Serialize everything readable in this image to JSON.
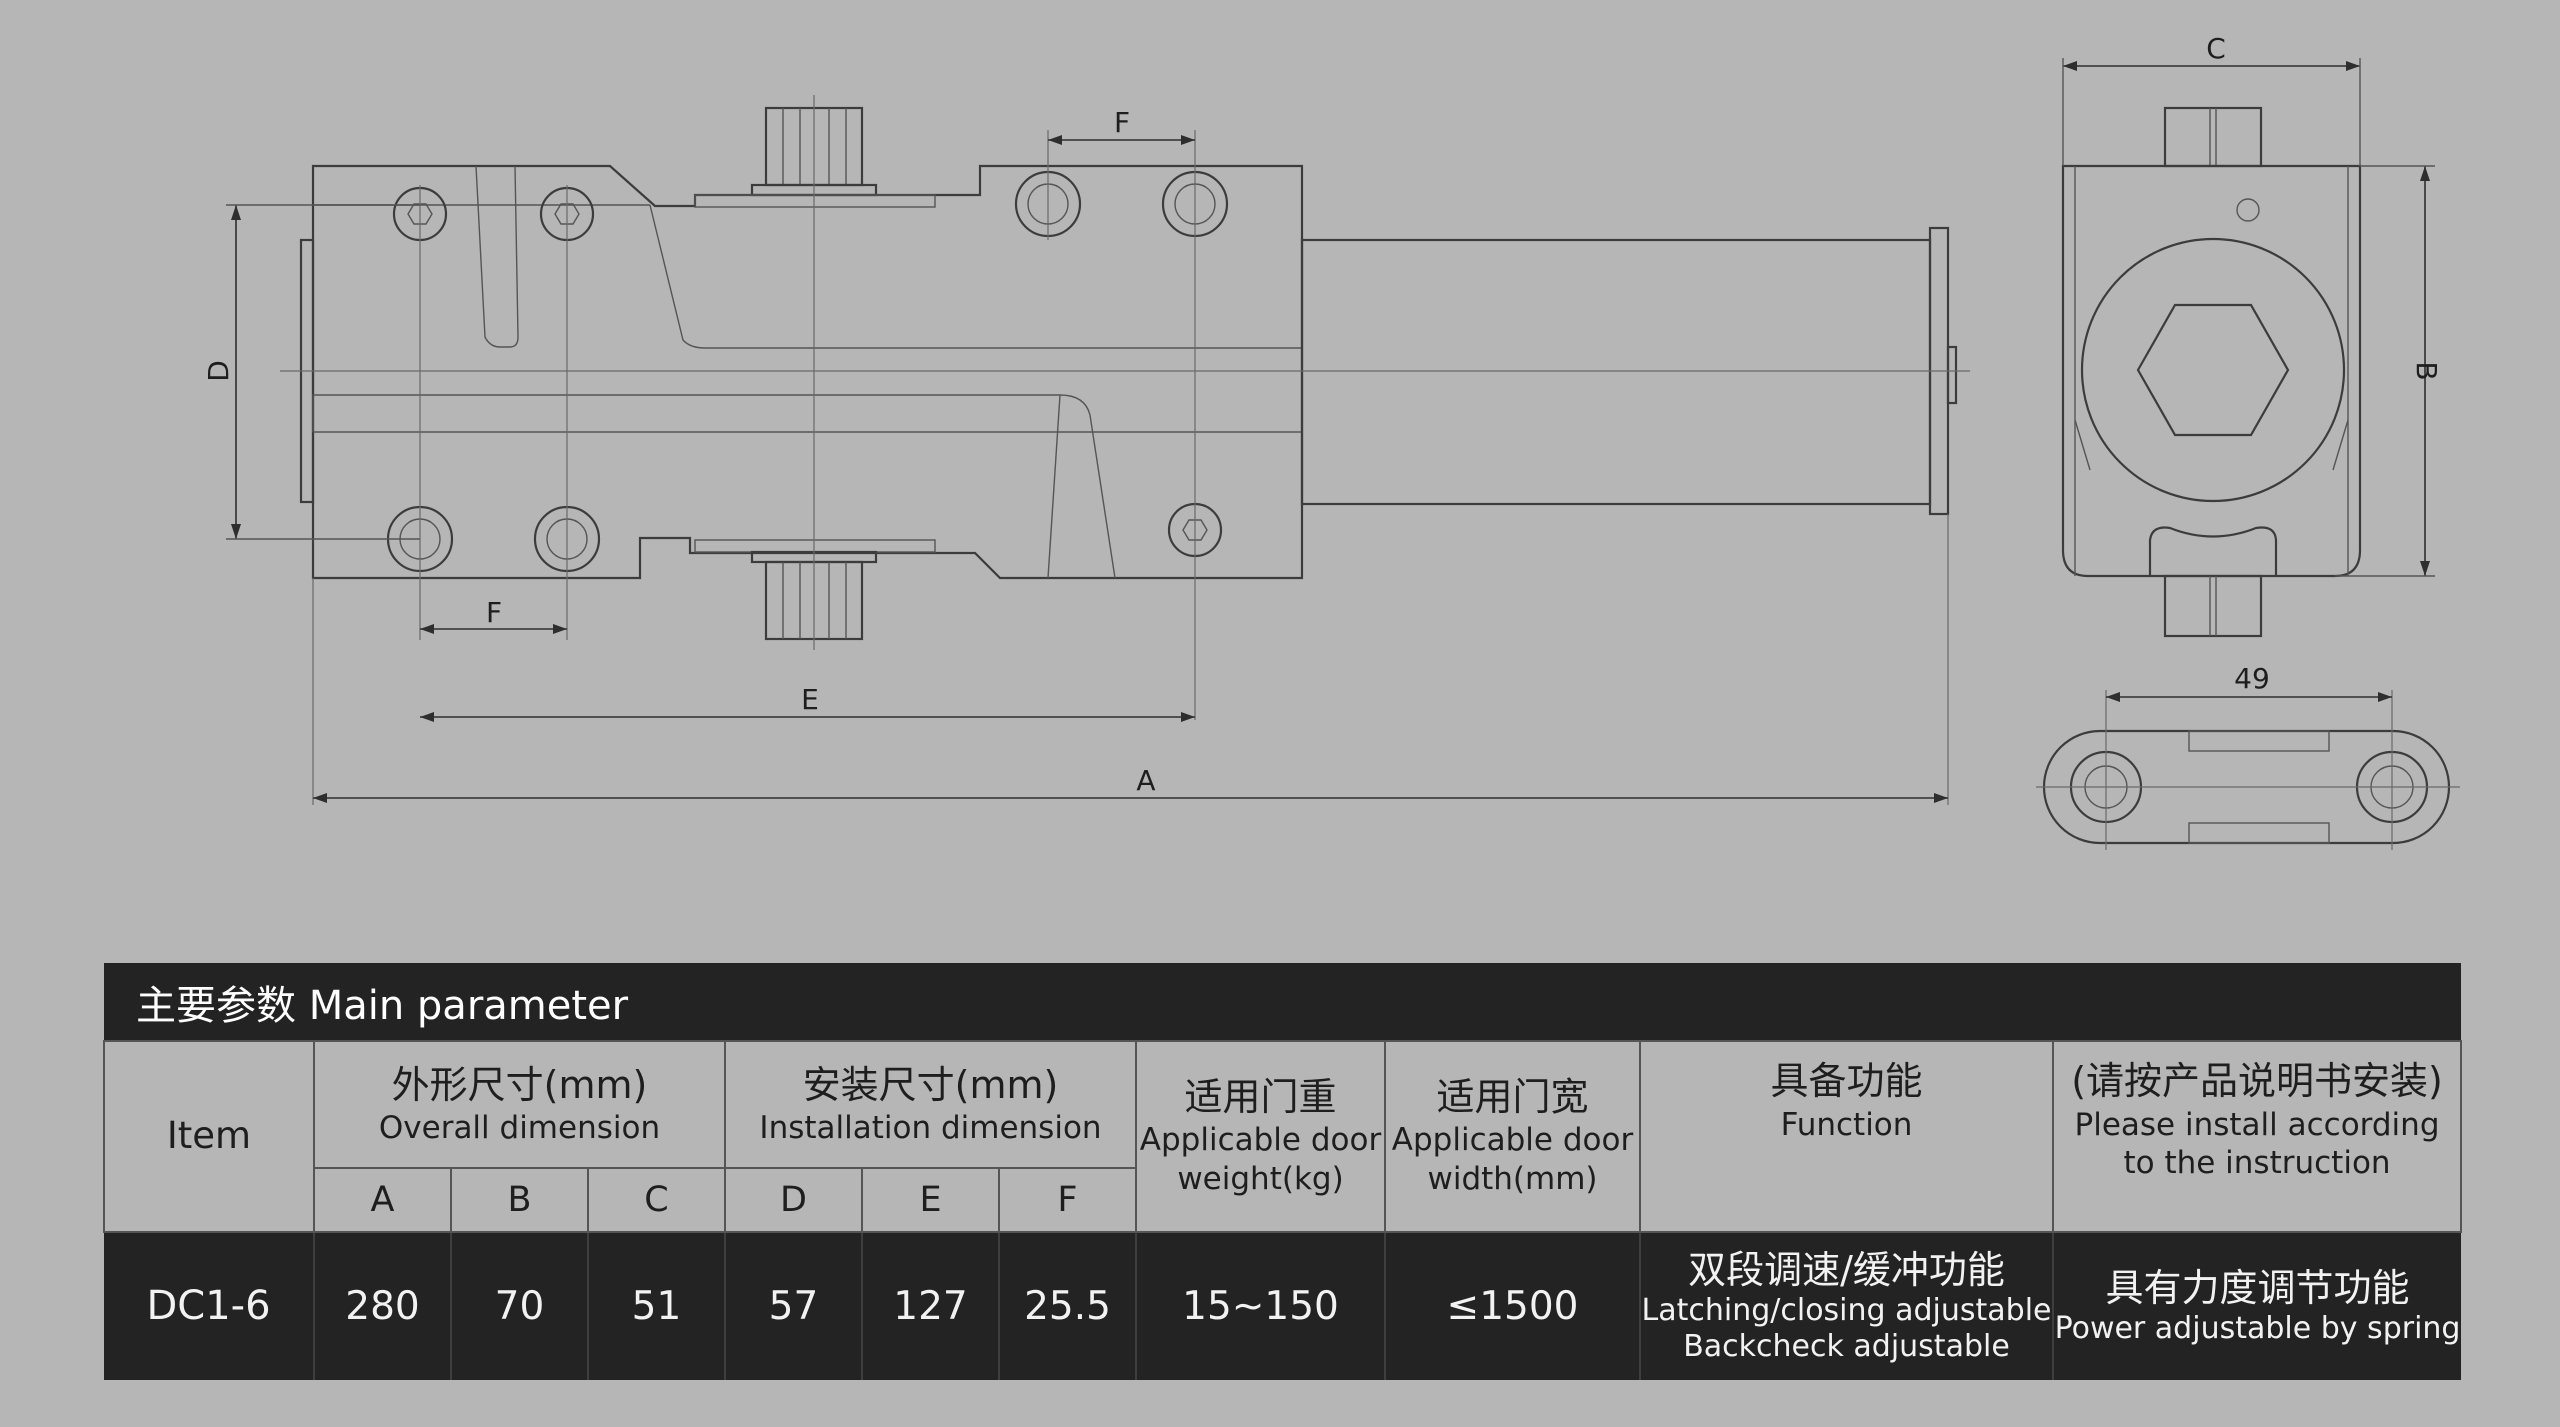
{
  "drawing": {
    "labels": {
      "A": "A",
      "B": "B",
      "C": "C",
      "D": "D",
      "E": "E",
      "F": "F",
      "w49": "49"
    }
  },
  "table": {
    "title": "主要参数 Main parameter",
    "item_label": "Item",
    "groups": [
      {
        "cn": "外形尺寸(mm)",
        "en": "Overall dimension",
        "sub": [
          "A",
          "B",
          "C"
        ]
      },
      {
        "cn": "安装尺寸(mm)",
        "en": "Installation dimension",
        "sub": [
          "D",
          "E",
          "F"
        ]
      }
    ],
    "door_weight": {
      "cn": "适用门重",
      "en1": "Applicable door",
      "en2": "weight(kg)"
    },
    "door_width": {
      "cn": "适用门宽",
      "en1": "Applicable door",
      "en2": "width(mm)"
    },
    "function": {
      "cn": "具备功能",
      "en": "Function"
    },
    "note": {
      "cn": "(请按产品说明书安装)",
      "en1": "Please install according",
      "en2": "to the instruction"
    },
    "row": {
      "model": "DC1-6",
      "A": "280",
      "B": "70",
      "C": "51",
      "D": "57",
      "E": "127",
      "F": "25.5",
      "weight": "15~150",
      "width": "≤1500",
      "function": {
        "cn": "双段调速/缓冲功能",
        "en1": "Latching/closing adjustable",
        "en2": "Backcheck adjustable"
      },
      "note": {
        "cn": "具有力度调节功能",
        "en": "Power adjustable by spring"
      }
    }
  }
}
